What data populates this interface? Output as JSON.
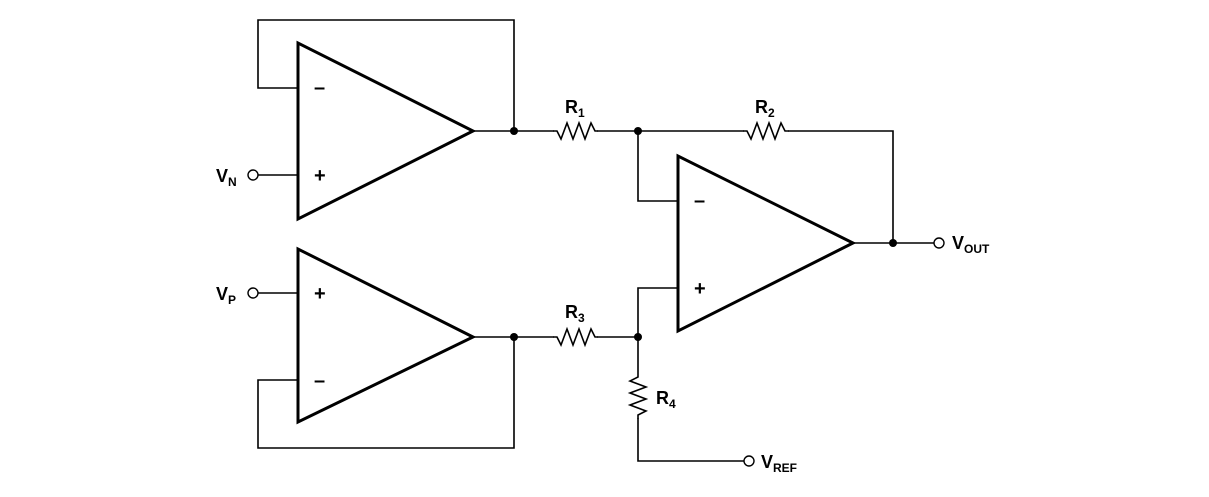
{
  "diagram": {
    "title": "Three op-amp instrumentation amplifier",
    "amplifiers": [
      {
        "id": "buffer-n",
        "inputs": {
          "plus": "+",
          "minus": "–"
        }
      },
      {
        "id": "buffer-p",
        "inputs": {
          "plus": "+",
          "minus": "–"
        }
      },
      {
        "id": "difference-amp",
        "inputs": {
          "plus": "+",
          "minus": "–"
        }
      }
    ],
    "resistors": [
      {
        "id": "R1",
        "main": "R",
        "sub": "1"
      },
      {
        "id": "R2",
        "main": "R",
        "sub": "2"
      },
      {
        "id": "R3",
        "main": "R",
        "sub": "3"
      },
      {
        "id": "R4",
        "main": "R",
        "sub": "4"
      }
    ],
    "terminals": {
      "vn": {
        "main": "V",
        "sub": "N"
      },
      "vp": {
        "main": "V",
        "sub": "P"
      },
      "vout": {
        "main": "V",
        "sub": "OUT"
      },
      "vref": {
        "main": "V",
        "sub": "REF"
      }
    }
  }
}
